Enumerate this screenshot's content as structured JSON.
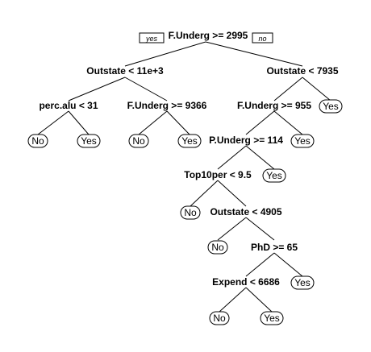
{
  "branch_tags": {
    "left": "yes",
    "right": "no"
  },
  "nodes": {
    "root": "F.Underg >= 2995",
    "l": "Outstate < 11e+3",
    "r": "Outstate < 7935",
    "ll": "perc.alu < 31",
    "lr": "F.Underg >= 9366",
    "rl": "F.Underg >= 955",
    "rr": "Yes",
    "lll": "No",
    "llr": "Yes",
    "lrl": "No",
    "lrr": "Yes",
    "rll": "P.Underg >= 114",
    "rlr": "Yes",
    "rlll": "Top10per < 9.5",
    "rllr": "Yes",
    "rllll": "No",
    "rlllr": "Outstate < 4905",
    "rlllrl": "No",
    "rlllrr": "PhD >= 65",
    "rlllrrl": "Expend < 6686",
    "rlllrrr": "Yes",
    "rlllrrll": "No",
    "rlllrrlr": "Yes"
  }
}
